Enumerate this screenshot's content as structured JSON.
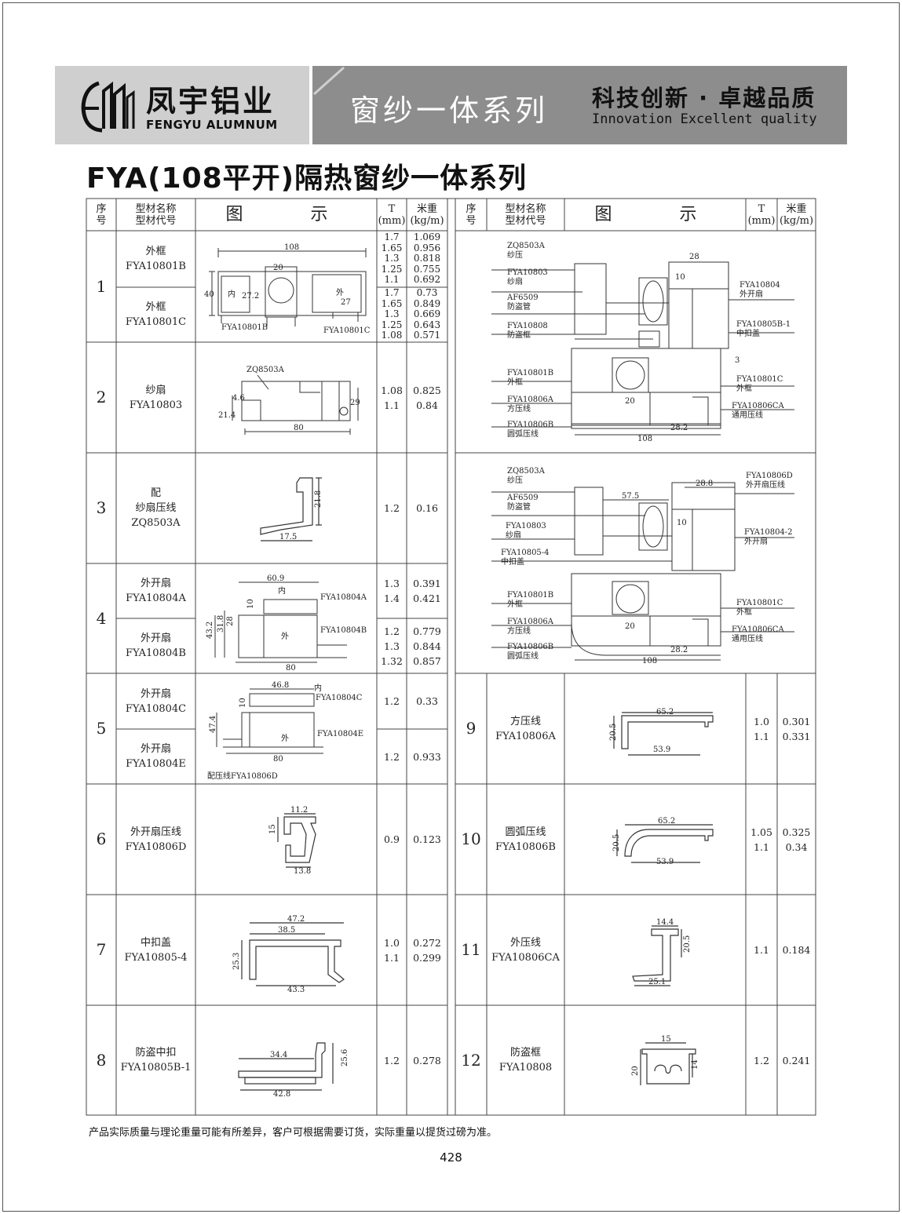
{
  "brand": {
    "name_cn": "凤宇铝业",
    "name_en": "FENGYU ALUMNUM",
    "series": "窗纱一体系列",
    "slogan_cn": "科技创新 · 卓越品质",
    "slogan_en": "Innovation Excellent quality"
  },
  "page_title": "FYA(108平开)隔热窗纱一体系列",
  "table_header": {
    "no": [
      "序",
      "号"
    ],
    "name": [
      "型材名称",
      "型材代号"
    ],
    "figure": "图  示",
    "t": [
      "T",
      "(mm)"
    ],
    "w": [
      "米重",
      "(kg/m)"
    ]
  },
  "rows": [
    {
      "no": "1",
      "items": [
        {
          "name": "外框",
          "code": "FYA10801B",
          "t": "1.7\n1.65\n1.3\n1.25\n1.1",
          "w": "1.069\n0.956\n0.818\n0.755\n0.692"
        },
        {
          "name": "外框",
          "code": "FYA10801C",
          "t": "1.7\n1.65\n1.3\n1.25\n1.08",
          "w": "0.73\n0.849\n0.669\n0.643\n0.571"
        }
      ],
      "labels": [
        "108",
        "20",
        "40",
        "27.2",
        "内",
        "外",
        "27",
        "FYA10801B",
        "FYA10801C"
      ]
    },
    {
      "no": "2",
      "items": [
        {
          "name": "纱扇",
          "code": "FYA10803",
          "t": "1.08\n1.1",
          "w": "0.825\n0.84"
        }
      ],
      "labels": [
        "ZQ8503A",
        "21.4",
        "4.6",
        "29",
        "80"
      ]
    },
    {
      "no": "3",
      "items": [
        {
          "name": "配\n纱扇压线",
          "code": "ZQ8503A",
          "t": "1.2",
          "w": "0.16"
        }
      ],
      "labels": [
        "21.8",
        "17.5"
      ]
    },
    {
      "no": "4",
      "items": [
        {
          "name": "外开扇",
          "code": "FYA10804A",
          "t": "1.3\n1.4",
          "w": "0.391\n0.421"
        },
        {
          "name": "外开扇",
          "code": "FYA10804B",
          "t": "1.2\n1.3\n1.32",
          "w": "0.779\n0.844\n0.857"
        }
      ],
      "labels": [
        "60.9",
        "内",
        "FYA10804A",
        "10",
        "43.2",
        "31.8",
        "28",
        "外",
        "FYA10804B",
        "80"
      ]
    },
    {
      "no": "5",
      "items": [
        {
          "name": "外开扇",
          "code": "FYA10804C",
          "t": "1.2",
          "w": "0.33"
        },
        {
          "name": "外开扇",
          "code": "FYA10804E",
          "t": "1.2",
          "w": "0.933"
        }
      ],
      "labels": [
        "46.8",
        "内",
        "FYA10804C",
        "10",
        "47.4",
        "外",
        "FYA10804E",
        "80",
        "配压线FYA10806D"
      ]
    },
    {
      "no": "6",
      "items": [
        {
          "name": "外开扇压线",
          "code": "FYA10806D",
          "t": "0.9",
          "w": "0.123"
        }
      ],
      "labels": [
        "11.2",
        "15",
        "13.8"
      ]
    },
    {
      "no": "7",
      "items": [
        {
          "name": "中扣盖",
          "code": "FYA10805-4",
          "t": "1.0\n1.1",
          "w": "0.272\n0.299"
        }
      ],
      "labels": [
        "47.2",
        "38.5",
        "25.3",
        "43.3"
      ]
    },
    {
      "no": "8",
      "items": [
        {
          "name": "防盗中扣",
          "code": "FYA10805B-1",
          "t": "1.2",
          "w": "0.278"
        }
      ],
      "labels": [
        "34.4",
        "25.6",
        "42.8"
      ]
    }
  ],
  "rows_right": [
    {
      "no": "9",
      "name": "方压线",
      "code": "FYA10806A",
      "t": "1.0\n1.1",
      "w": "0.301\n0.331",
      "labels": [
        "65.2",
        "20.5",
        "53.9"
      ]
    },
    {
      "no": "10",
      "name": "圆弧压线",
      "code": "FYA10806B",
      "t": "1.05\n1.1",
      "w": "0.325\n0.34",
      "labels": [
        "65.2",
        "20.5",
        "53.9"
      ]
    },
    {
      "no": "11",
      "name": "外压线",
      "code": "FYA10806CA",
      "t": "1.1",
      "w": "0.184",
      "labels": [
        "14.4",
        "20.5",
        "25.1"
      ]
    },
    {
      "no": "12",
      "name": "防盗框",
      "code": "FYA10808",
      "t": "1.2",
      "w": "0.241",
      "labels": [
        "15",
        "20",
        "14"
      ]
    }
  ],
  "assembly1": {
    "left": [
      "ZQ8503A\n纱压",
      "FYA10803\n纱扇",
      "AF6509\n防盗管",
      "FYA10808\n防盗框",
      "FYA10801B\n外框",
      "FYA10806A\n方压线",
      "FYA10806B\n圆弧压线"
    ],
    "right": [
      "FYA10804\n外开扇",
      "FYA10805B-1\n中扣盖",
      "FYA10801C\n外框",
      "FYA10806CA\n通用压线"
    ],
    "dims": [
      "28",
      "10",
      "3",
      "20",
      "28.2",
      "108"
    ]
  },
  "assembly2": {
    "left": [
      "ZQ8503A\n纱压",
      "AF6509\n防盗管",
      "FYA10803\n纱扇",
      "FYA10805-4\n中扣盖",
      "FYA10801B\n外框",
      "FYA10806A\n方压线",
      "FYA10806B\n圆弧压线"
    ],
    "right": [
      "FYA10806D\n外开扇压线",
      "FYA10804-2\n外开扇",
      "FYA10801C\n外框",
      "FYA10806CA\n通用压线"
    ],
    "dims": [
      "57.5",
      "28.8",
      "10",
      "20",
      "28.2",
      "108"
    ]
  },
  "footnote": "产品实际质量与理论重量可能有所差异，客户可根据需要订货，实际重量以提货过磅为准。",
  "page_number": "428"
}
